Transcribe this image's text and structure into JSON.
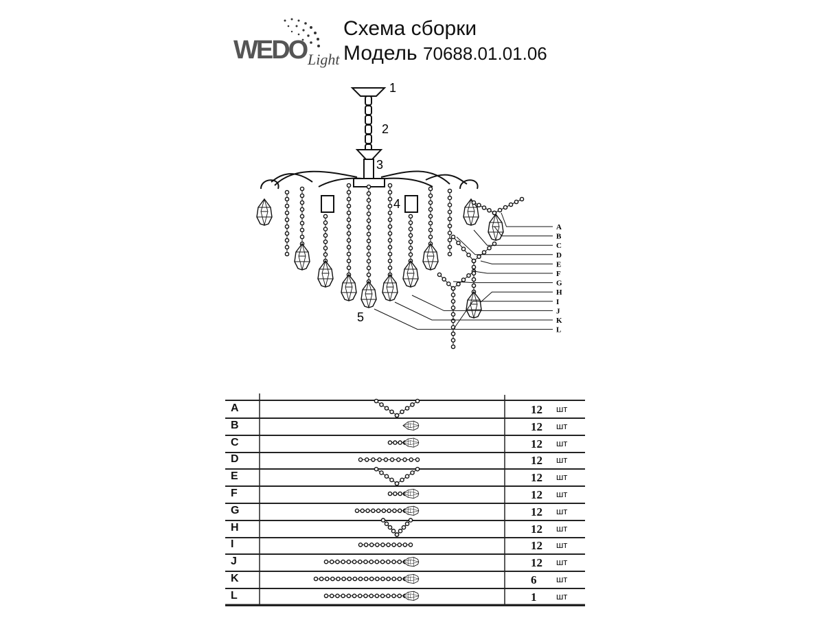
{
  "logo": {
    "brand": "WEDO",
    "sub": "Light"
  },
  "header": {
    "title": "Схема сборки",
    "model_label": "Модель",
    "model_number": "70688.01.01.06"
  },
  "callouts": {
    "numbers": [
      "1",
      "2",
      "3",
      "4",
      "5"
    ],
    "letters": [
      "A",
      "B",
      "C",
      "D",
      "E",
      "F",
      "G",
      "H",
      "I",
      "J",
      "K",
      "L"
    ]
  },
  "parts_table": {
    "rows": [
      {
        "label": "A",
        "qty": "12",
        "unit": "шт",
        "kind": "v-chain"
      },
      {
        "label": "B",
        "qty": "12",
        "unit": "шт",
        "kind": "pendant"
      },
      {
        "label": "C",
        "qty": "12",
        "unit": "шт",
        "kind": "pendant-short"
      },
      {
        "label": "D",
        "qty": "12",
        "unit": "шт",
        "kind": "chain"
      },
      {
        "label": "E",
        "qty": "12",
        "unit": "шт",
        "kind": "v-chain"
      },
      {
        "label": "F",
        "qty": "12",
        "unit": "шт",
        "kind": "pendant-short"
      },
      {
        "label": "G",
        "qty": "12",
        "unit": "шт",
        "kind": "pendant-medium"
      },
      {
        "label": "H",
        "qty": "12",
        "unit": "шт",
        "kind": "v-chain-small"
      },
      {
        "label": "I",
        "qty": "12",
        "unit": "шт",
        "kind": "chain-short"
      },
      {
        "label": "J",
        "qty": "12",
        "unit": "шт",
        "kind": "pendant-long"
      },
      {
        "label": "K",
        "qty": "6",
        "unit": "шт",
        "kind": "pendant-longer"
      },
      {
        "label": "L",
        "qty": "1",
        "unit": "шт",
        "kind": "pendant-long"
      }
    ]
  }
}
